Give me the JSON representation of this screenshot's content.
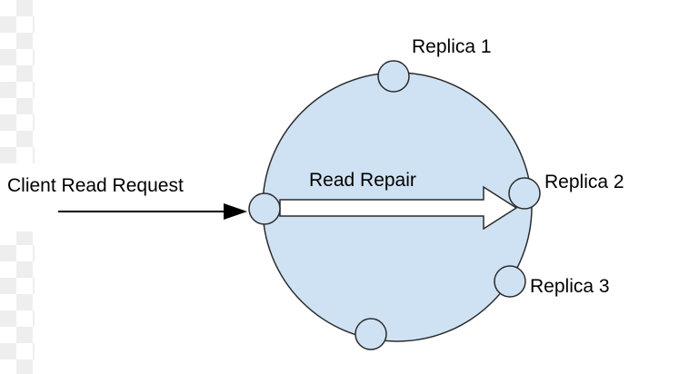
{
  "diagram": {
    "labels": {
      "client_read_request": "Client Read Request",
      "read_repair": "Read Repair",
      "replica1": "Replica 1",
      "replica2": "Replica 2",
      "replica3": "Replica 3"
    },
    "colors": {
      "ring_fill": "#cfe2f3",
      "node_fill": "#cfe2f3",
      "outline": "#2b2b2b",
      "block_arrow_fill": "#ffffff",
      "plain_arrow": "#000000",
      "text": "#000000"
    }
  }
}
